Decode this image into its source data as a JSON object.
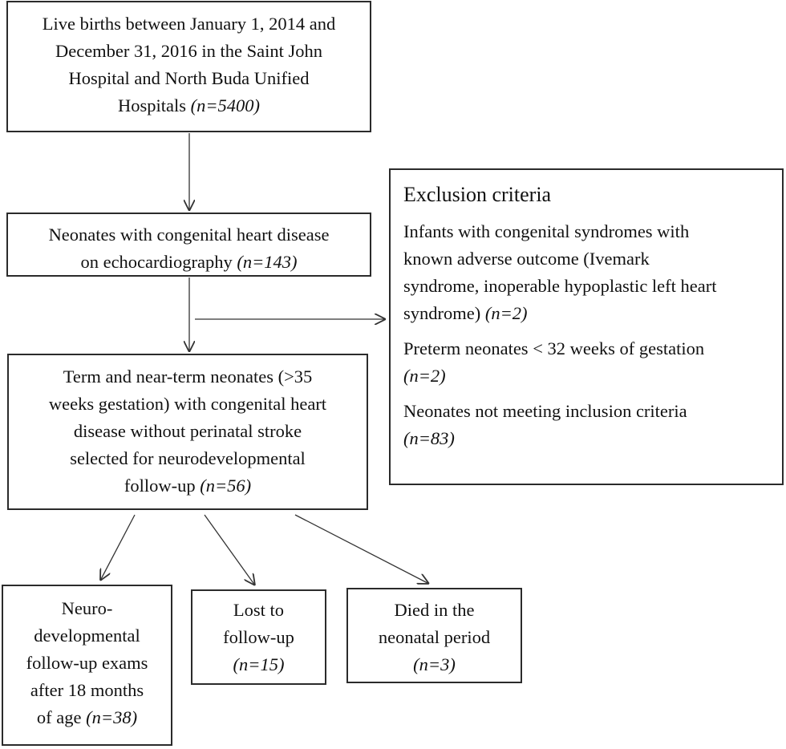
{
  "box_live_births": {
    "lines": [
      "Live births between January 1, 2014 and",
      "December 31, 2016 in the Saint John",
      "Hospital and North Buda Unified",
      "Hospitals "
    ],
    "n": "(n=5400)"
  },
  "box_chd": {
    "lines": [
      "Neonates with congenital heart disease",
      "on echocardiography "
    ],
    "n": "(n=143)"
  },
  "box_selected": {
    "lines": [
      "Term and near-term neonates (>35",
      "weeks gestation) with congenital heart",
      "disease without perinatal stroke",
      "selected for neurodevelopmental",
      "follow-up "
    ],
    "n": "(n=56)"
  },
  "exclusion": {
    "title": "Exclusion criteria",
    "criteria": [
      {
        "lines": [
          "Infants with congenital syndromes with",
          "known adverse outcome (Ivemark",
          "syndrome, inoperable hypoplastic left heart",
          "syndrome) "
        ],
        "n": "(n=2)"
      },
      {
        "lines": [
          "Preterm neonates < 32 weeks of gestation"
        ],
        "n": "(n=2)"
      },
      {
        "lines": [
          "Neonates not meeting inclusion criteria"
        ],
        "n": "(n=83)"
      }
    ]
  },
  "box_followup": {
    "lines": [
      "Neuro-",
      "developmental",
      "follow-up exams",
      "after 18 months",
      "of age "
    ],
    "n": "(n=38)"
  },
  "box_lost": {
    "lines": [
      "Lost to",
      "follow-up"
    ],
    "n": "(n=15)"
  },
  "box_died": {
    "lines": [
      "Died in the",
      "neonatal period"
    ],
    "n": "(n=3)"
  },
  "colors": {
    "border": "#2b2b2b",
    "arrow": "#333333",
    "text": "#111111"
  }
}
